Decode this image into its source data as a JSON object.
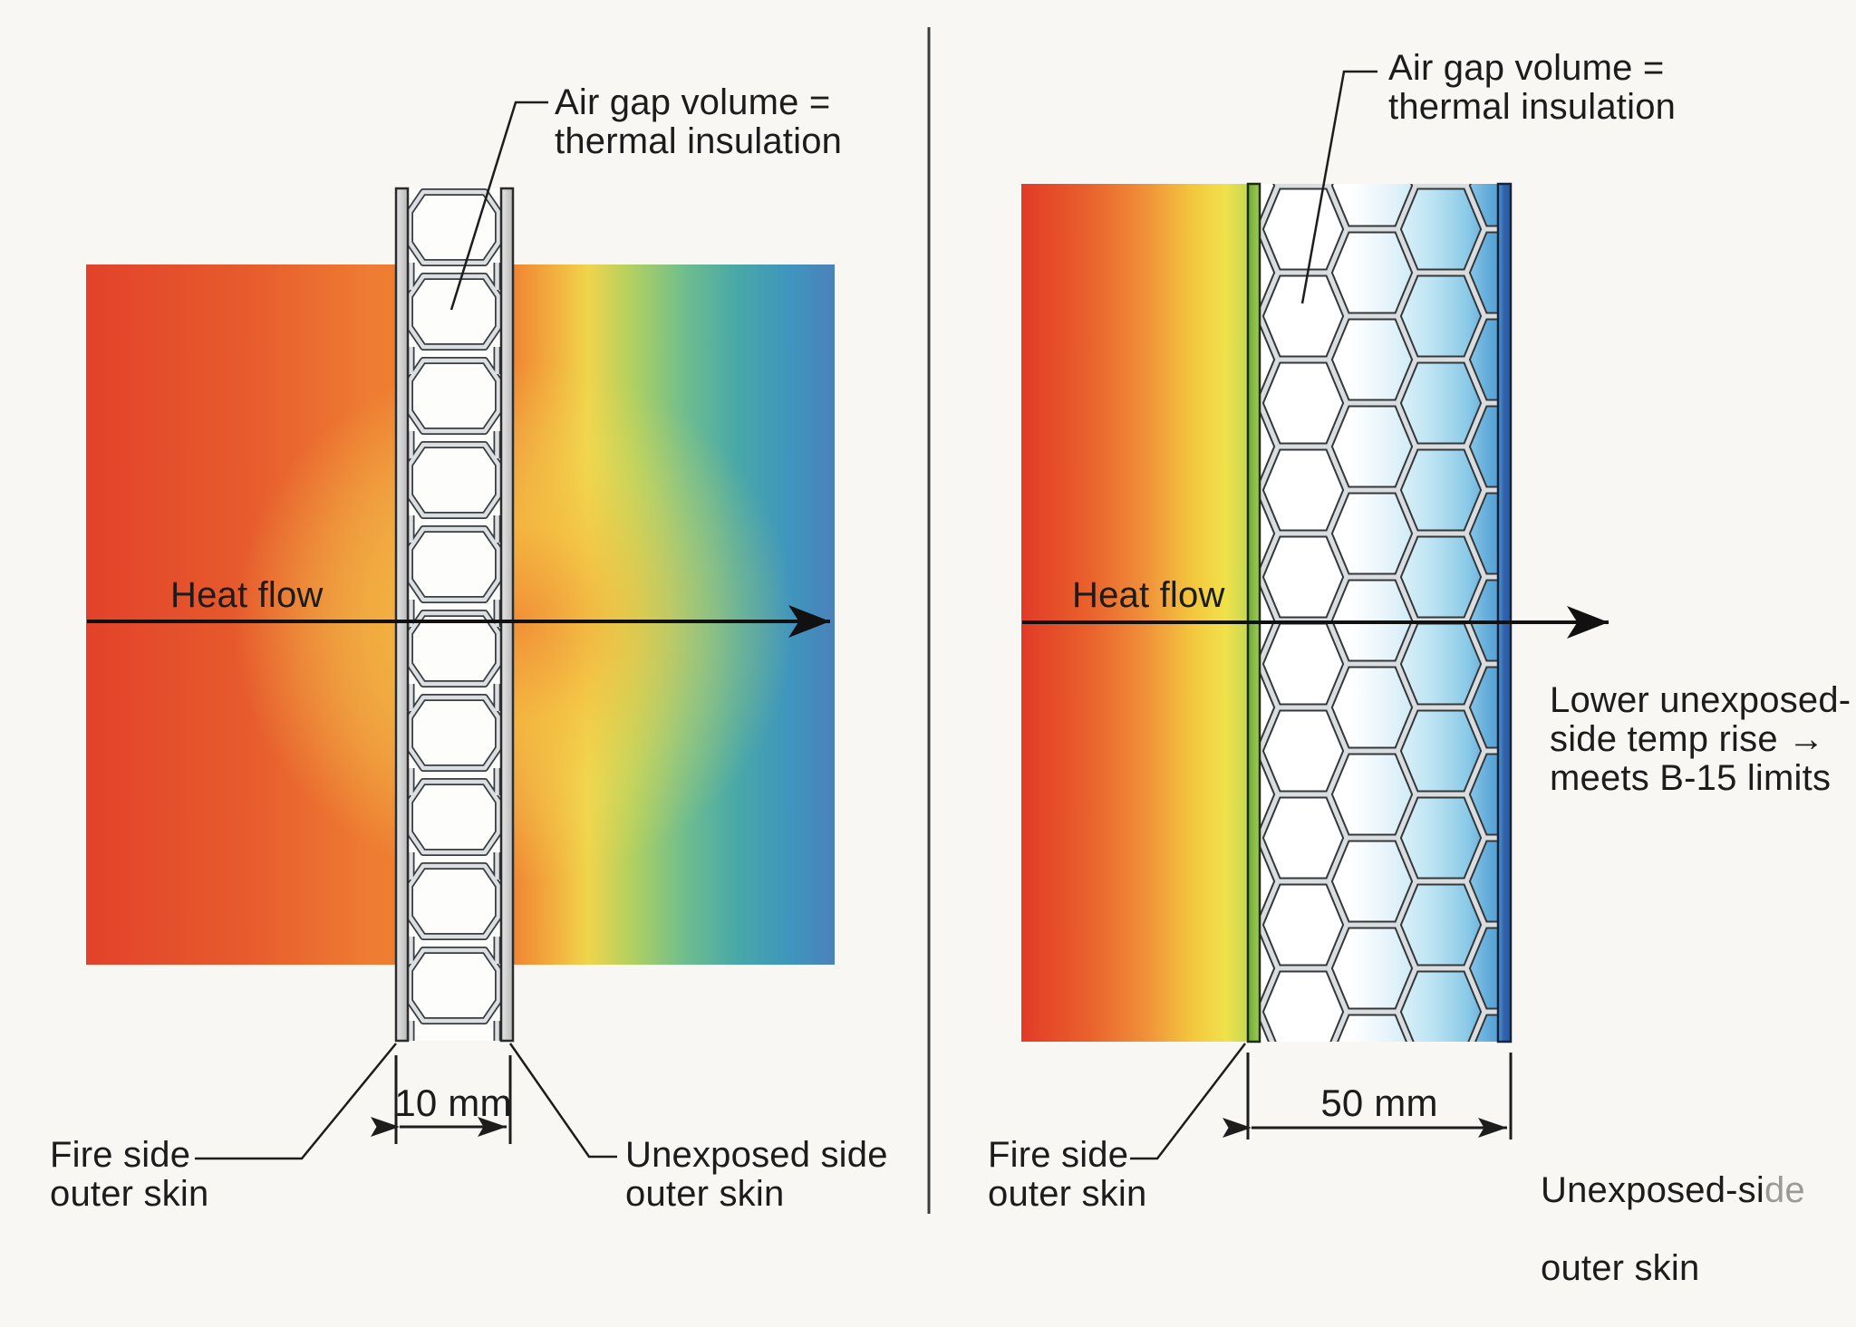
{
  "figure": {
    "description": "Comparison of thin vs thick honeycomb core panels for thermal insulation",
    "colors": {
      "background": "#f8f7f4",
      "fire_red": "#e2422a",
      "hot_orange": "#f08433",
      "heat_yellow": "#f3d348",
      "cool_green": "#7fc48b",
      "cool_teal": "#4fae9f",
      "cool_blue": "#4b82bb",
      "skin_green": "#7fb344",
      "skin_blue": "#2f65b0",
      "honeycomb_wall_gray": "#d9dcde",
      "line_black": "#1d1d1d"
    }
  },
  "left_panel": {
    "air_gap_label": "Air gap volume =\nthermal insulation",
    "heat_flow_label": "Heat flow",
    "dimension_label": "10 mm",
    "fire_side_label": "Fire side\nouter skin",
    "unexposed_label": "Unexposed side\nouter skin"
  },
  "right_panel": {
    "air_gap_label": "Air gap volume =\nthermal insulation",
    "heat_flow_label": "Heat flow",
    "dimension_label": "50 mm",
    "fire_side_label": "Fire side\nouter skin",
    "unexposed_label_main": "Unexposed-si",
    "unexposed_label_fade": "de",
    "unexposed_label_line2": "outer skin",
    "benefit_note": "Lower unexposed-\nside temp rise →\nmeets B-15 limits"
  }
}
